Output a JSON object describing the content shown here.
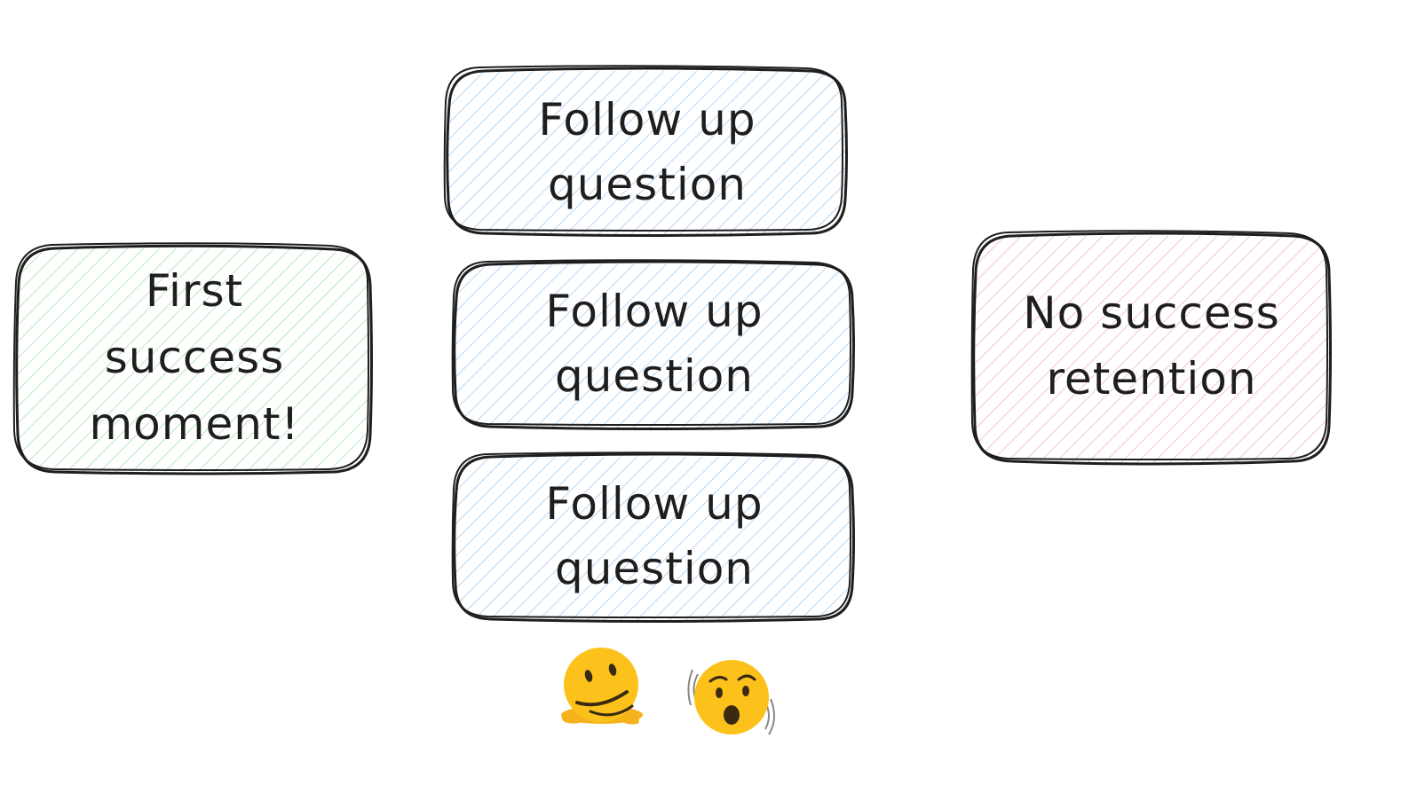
{
  "boxes": [
    {
      "id": "first-success",
      "lines": [
        "First",
        "success",
        "moment!"
      ],
      "fill": "#a9e3a9"
    },
    {
      "id": "follow-up-1",
      "lines": [
        "Follow up",
        "question"
      ],
      "fill": "#a5cdf2"
    },
    {
      "id": "follow-up-2",
      "lines": [
        "Follow up",
        "question"
      ],
      "fill": "#a5cdf2"
    },
    {
      "id": "follow-up-3",
      "lines": [
        "Follow up",
        "question"
      ],
      "fill": "#a5cdf2"
    },
    {
      "id": "no-success",
      "lines": [
        "No success",
        "retention"
      ],
      "fill": "#f4b8b8"
    }
  ],
  "emojis": [
    {
      "name": "melting-face-icon"
    },
    {
      "name": "dizzy-shocked-face-icon"
    }
  ],
  "colors": {
    "stroke": "#1e1e1e",
    "green_hatch": "#a9e3a9",
    "blue_hatch": "#a5cdf2",
    "red_hatch": "#f4b8b8"
  }
}
